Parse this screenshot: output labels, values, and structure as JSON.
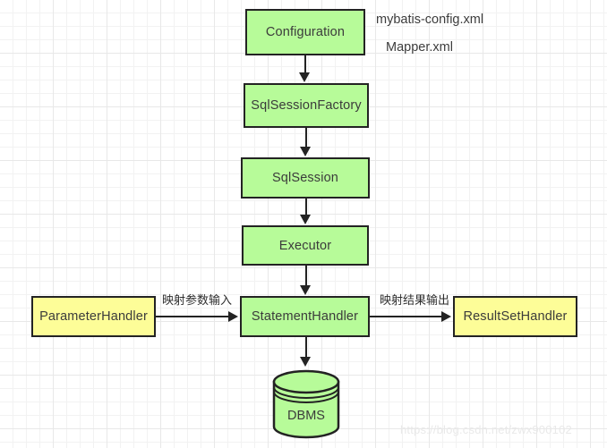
{
  "diagram": {
    "title": "MyBatis architecture flow",
    "colors": {
      "node_green": "#b7fb99",
      "node_yellow": "#fdfd98",
      "stroke": "#232323",
      "grid_minor": "#f2f2f2",
      "grid_major": "#e8e8e8",
      "watermark": "#e9e9e9"
    },
    "nodes": [
      {
        "id": "configuration",
        "label": "Configuration",
        "shape": "rect",
        "fill": "green"
      },
      {
        "id": "sqlsessionfactory",
        "label": "SqlSessionFactory",
        "shape": "rect",
        "fill": "green"
      },
      {
        "id": "sqlsession",
        "label": "SqlSession",
        "shape": "rect",
        "fill": "green"
      },
      {
        "id": "executor",
        "label": "Executor",
        "shape": "rect",
        "fill": "green"
      },
      {
        "id": "parameterhandler",
        "label": "ParameterHandler",
        "shape": "rect",
        "fill": "yellow"
      },
      {
        "id": "statementhandler",
        "label": "StatementHandler",
        "shape": "rect",
        "fill": "green"
      },
      {
        "id": "resultsethandler",
        "label": "ResultSetHandler",
        "shape": "rect",
        "fill": "yellow"
      },
      {
        "id": "dbms",
        "label": "DBMS",
        "shape": "cylinder",
        "fill": "green"
      }
    ],
    "edges": [
      {
        "from": "configuration",
        "to": "sqlsessionfactory",
        "label": "",
        "direction": "down"
      },
      {
        "from": "sqlsessionfactory",
        "to": "sqlsession",
        "label": "",
        "direction": "down"
      },
      {
        "from": "sqlsession",
        "to": "executor",
        "label": "",
        "direction": "down"
      },
      {
        "from": "executor",
        "to": "statementhandler",
        "label": "",
        "direction": "down"
      },
      {
        "from": "parameterhandler",
        "to": "statementhandler",
        "label": "映射参数输入",
        "direction": "right"
      },
      {
        "from": "statementhandler",
        "to": "resultsethandler",
        "label": "映射结果输出",
        "direction": "right"
      },
      {
        "from": "statementhandler",
        "to": "dbms",
        "label": "",
        "direction": "down"
      }
    ],
    "edge_labels": {
      "param_input": "映射参数输入",
      "result_output": "映射结果输出"
    },
    "notes": [
      {
        "id": "note-config-xml",
        "text": "mybatis-config.xml"
      },
      {
        "id": "note-mapper-xml",
        "text": "Mapper.xml"
      }
    ],
    "watermark": "https://blog.csdn.net/zwx900102"
  }
}
